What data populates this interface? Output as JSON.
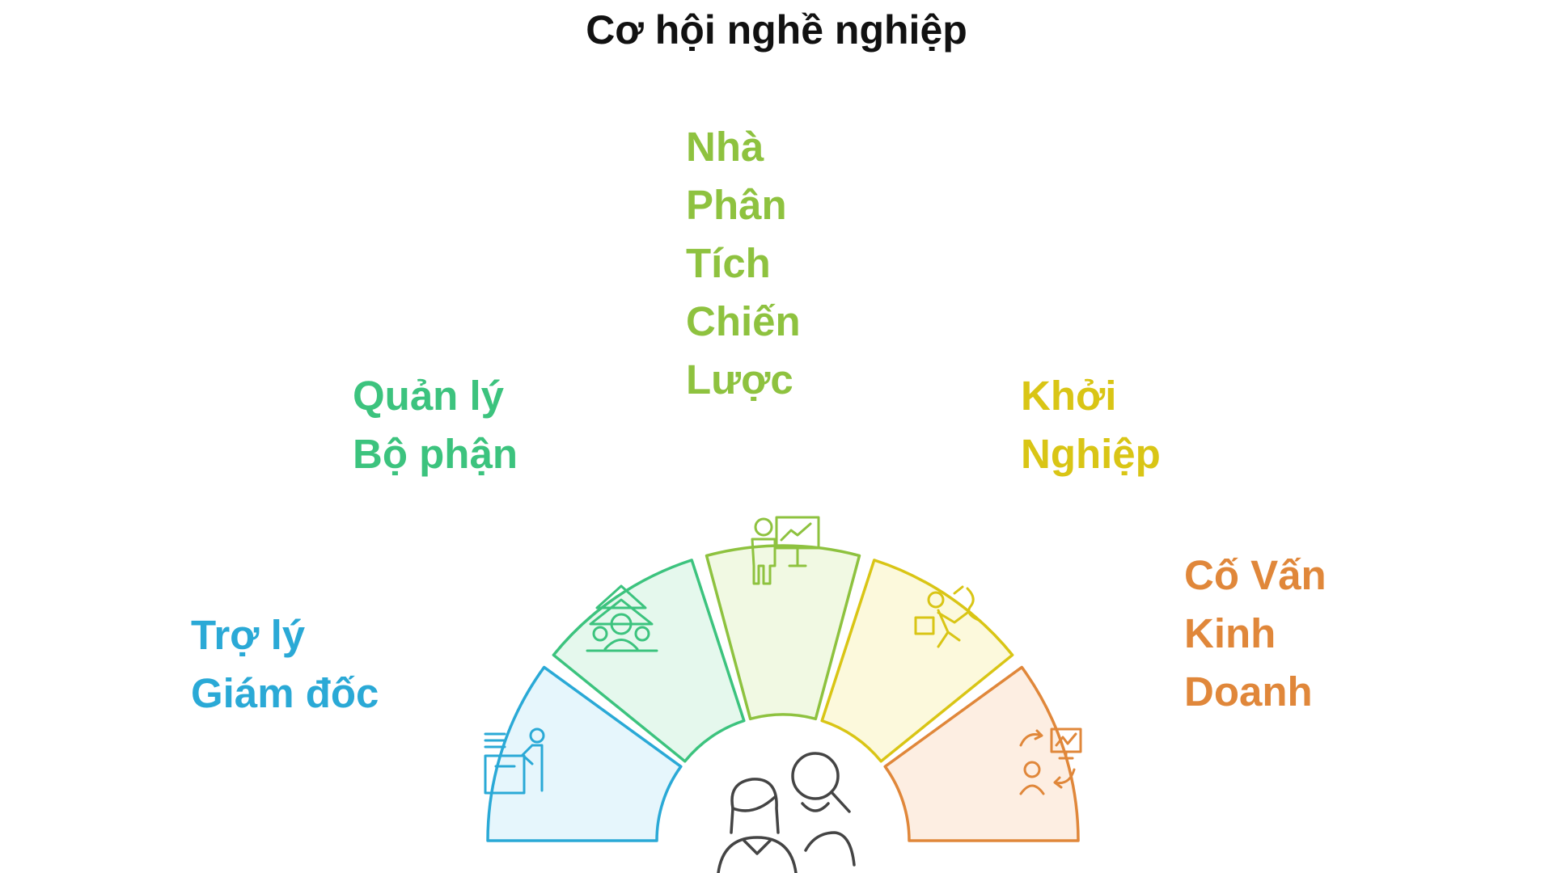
{
  "title": "Cơ hội nghề nghiệp",
  "segments": [
    {
      "lines": [
        "Trợ lý",
        "Giám đốc"
      ],
      "color": "#2aa9d6",
      "fill": "#e6f6fc",
      "icon": "office-desk-worker-icon"
    },
    {
      "lines": [
        "Quản lý",
        "Bộ phận"
      ],
      "color": "#3cc37e",
      "fill": "#e5f8ed",
      "icon": "team-hierarchy-icon"
    },
    {
      "lines": [
        "Nhà",
        "Phân",
        "Tích",
        "Chiến",
        "Lược"
      ],
      "color": "#8ec23f",
      "fill": "#f1f9e3",
      "icon": "presenter-chart-icon"
    },
    {
      "lines": [
        "Khởi",
        "Nghiệp"
      ],
      "color": "#d9c515",
      "fill": "#fcf9dc",
      "icon": "running-person-box-icon"
    },
    {
      "lines": [
        "Cố Vấn",
        "Kinh",
        "Doanh"
      ],
      "color": "#e0873a",
      "fill": "#fdeee2",
      "icon": "consultant-chart-icon"
    }
  ],
  "center_icon": "two-people-search-icon"
}
